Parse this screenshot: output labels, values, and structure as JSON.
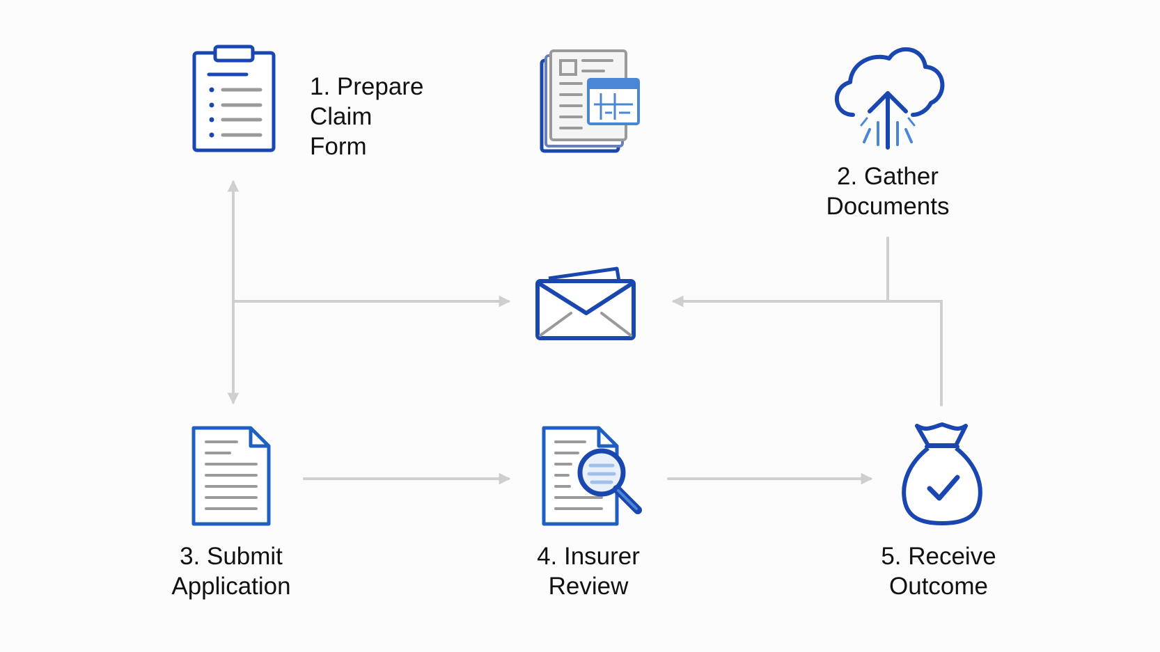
{
  "diagram": {
    "type": "process-flow",
    "colors": {
      "icon_primary": "#1a46b0",
      "icon_secondary": "#4a86d4",
      "icon_gray": "#9a9a9a",
      "connector": "#cfcfcf",
      "text": "#111111"
    },
    "steps": [
      {
        "id": "prepare",
        "lines": [
          "1. Prepare",
          "Claim",
          "Form"
        ],
        "icon": "clipboard-checklist-icon"
      },
      {
        "id": "gather",
        "lines": [
          "2. Gather",
          "Documents"
        ],
        "icon": "cloud-upload-icon"
      },
      {
        "id": "submit",
        "lines": [
          "3. Submit",
          "Application"
        ],
        "icon": "document-icon"
      },
      {
        "id": "review",
        "lines": [
          "4. Insurer",
          "Review"
        ],
        "icon": "document-magnifier-icon"
      },
      {
        "id": "outcome",
        "lines": [
          "5. Receive",
          "Outcome"
        ],
        "icon": "money-bag-check-icon"
      }
    ],
    "unlabeled_icons": [
      "stacked-documents-calendar-icon",
      "envelope-icon"
    ]
  }
}
